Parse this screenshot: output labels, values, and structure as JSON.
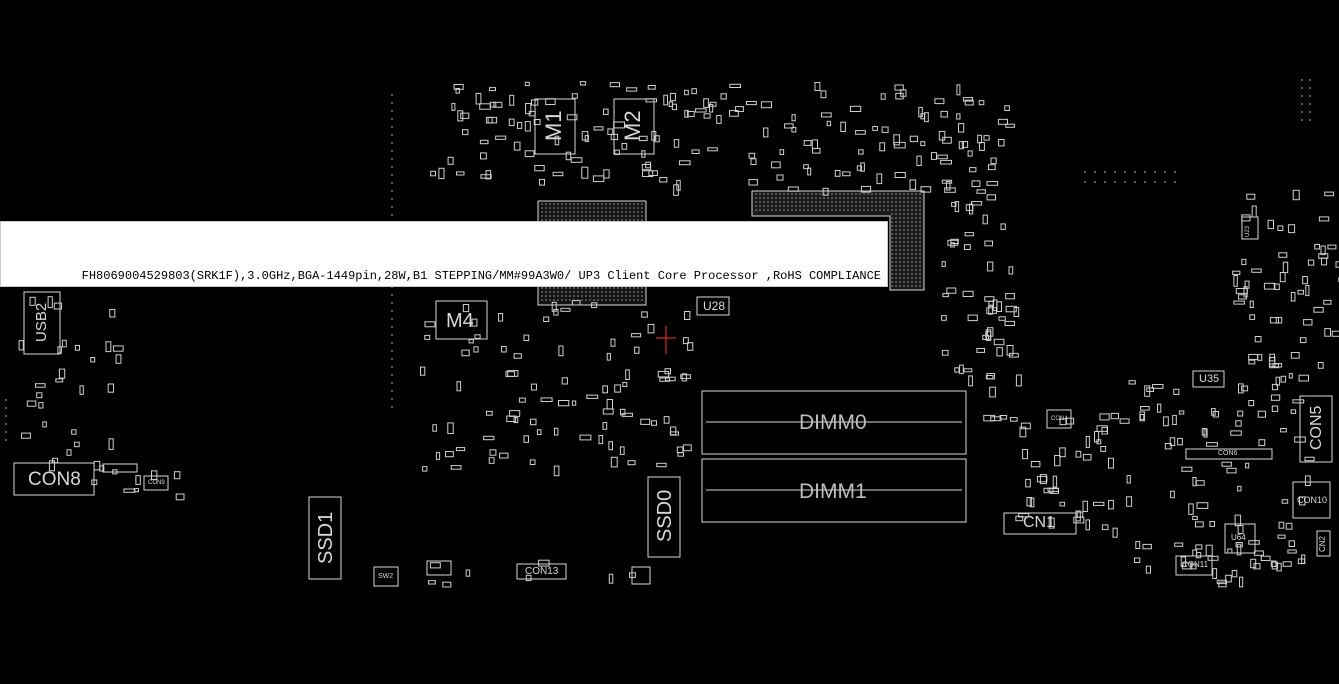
{
  "viewer": {
    "component_labels": {
      "m1": "M1",
      "m2": "M2",
      "m4": "M4",
      "usb2": "USB2",
      "con8": "CON8",
      "con9": "CON9",
      "ssd1": "SSD1",
      "ssd0": "SSD0",
      "sw2": "SW2",
      "con13": "CON13",
      "u28": "U28",
      "dimm0": "DIMM0",
      "dimm1": "DIMM1",
      "cn1": "CN1",
      "con4": "CON4",
      "con6": "CON6",
      "con5": "CON5",
      "con10": "CON10",
      "con11": "CON11",
      "cn2": "CN2",
      "u64": "U64",
      "u35": "U35",
      "u23": "U23"
    },
    "tooltip": {
      "text": "FH8069004529803(SRK1F),3.0GHz,BGA-1449pin,28W,B1 STEPPING/MM#99A3W0/ UP3 Client Core Processor ,RoHS COMPLIANCE"
    },
    "colors": {
      "background": "#000000",
      "silkscreen": "#d8d8d8",
      "tooltip_bg": "#ffffff",
      "tooltip_text": "#000000",
      "cursor": "#ff3030"
    }
  }
}
